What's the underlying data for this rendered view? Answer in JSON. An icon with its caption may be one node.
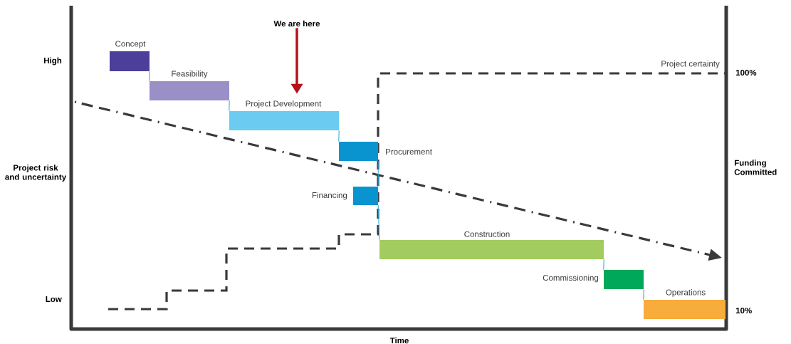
{
  "diagram": {
    "nodes": [
      {
        "text": [
          "Concept"
        ]
      },
      {
        "text": [
          "Feasibility"
        ]
      },
      {
        "text": [
          "Project Development"
        ]
      },
      {
        "text": [
          "Procurement"
        ]
      },
      {
        "text": [
          "Financing"
        ]
      },
      {
        "text": [
          "Construction"
        ]
      },
      {
        "text": [
          "Commissioning"
        ]
      },
      {
        "text": [
          "Operations"
        ]
      },
      {
        "text": [
          "We are here"
        ]
      }
    ],
    "edges": [
      {
        "from": 0,
        "to": 1,
        "arrow": "none"
      },
      {
        "from": 1,
        "to": 2,
        "arrow": "none"
      },
      {
        "from": 2,
        "to": 3,
        "arrow": "none"
      },
      {
        "from": 3,
        "to": 4,
        "arrow": "none"
      },
      {
        "from": 4,
        "to": 5,
        "arrow": "none"
      },
      {
        "from": 5,
        "to": 6,
        "arrow": "none"
      },
      {
        "from": 6,
        "to": 7,
        "arrow": "none"
      },
      {
        "from": 8,
        "to": 2,
        "arrow": "to",
        "style": "thick",
        "color": "#b5121b"
      }
    ],
    "labels": [
      "High",
      "Project risk and uncertainty",
      "Low",
      "Project certainty",
      "100%",
      "Funding Committed",
      "10%",
      "Time"
    ]
  }
}
